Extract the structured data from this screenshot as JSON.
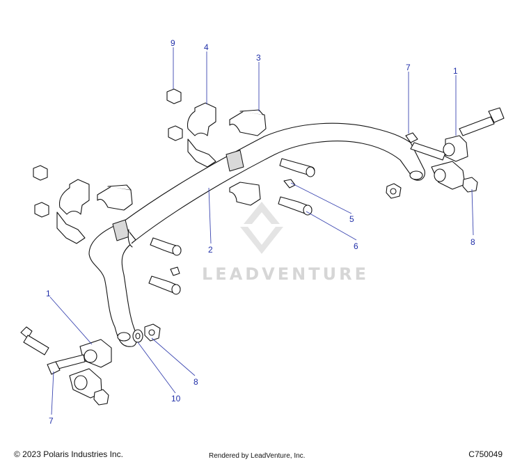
{
  "watermark": {
    "text": "LEADVENTURE"
  },
  "footer": {
    "copyright": "© 2023 Polaris Industries Inc.",
    "rendered_by": "Rendered by LeadVenture, Inc.",
    "diagram_code": "C750049"
  },
  "callouts": {
    "c1_top": "1",
    "c1_bottom": "1",
    "c2": "2",
    "c3": "3",
    "c4": "4",
    "c5": "5",
    "c6": "6",
    "c7_top": "7",
    "c7_bottom": "7",
    "c8_right": "8",
    "c8_bottom": "8",
    "c9": "9",
    "c10": "10"
  }
}
